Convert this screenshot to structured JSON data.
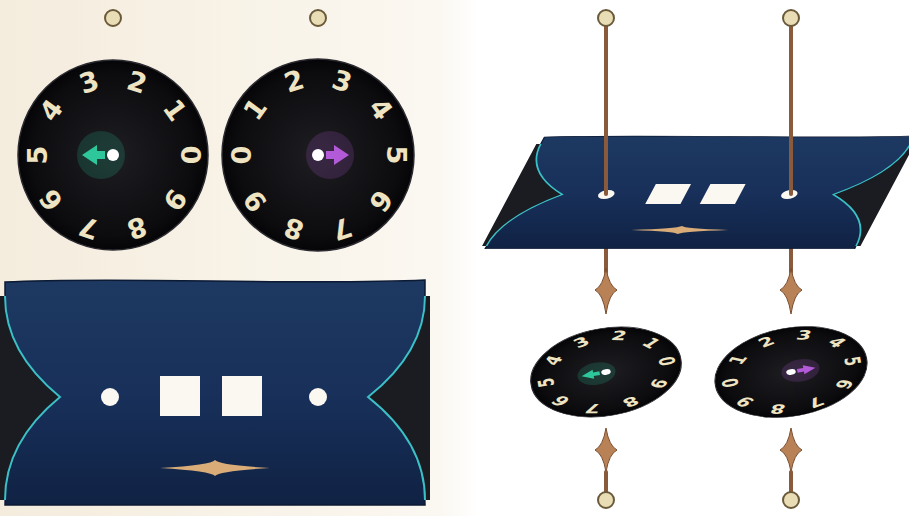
{
  "diagram": {
    "nodes": [
      {
        "text": [
          "0",
          "1",
          "2",
          "3",
          "4",
          "5",
          "6",
          "7",
          "8",
          "9"
        ]
      },
      {
        "text": [
          "0",
          "1",
          "2",
          "3",
          "4",
          "5",
          "6",
          "7",
          "8",
          "9"
        ]
      },
      {
        "text": [
          "0",
          "1",
          "2",
          "3",
          "4",
          "5",
          "6",
          "7",
          "8",
          "9"
        ]
      },
      {
        "text": [
          "0",
          "1",
          "2",
          "3",
          "4",
          "5",
          "6",
          "7",
          "8",
          "9"
        ]
      }
    ]
  }
}
